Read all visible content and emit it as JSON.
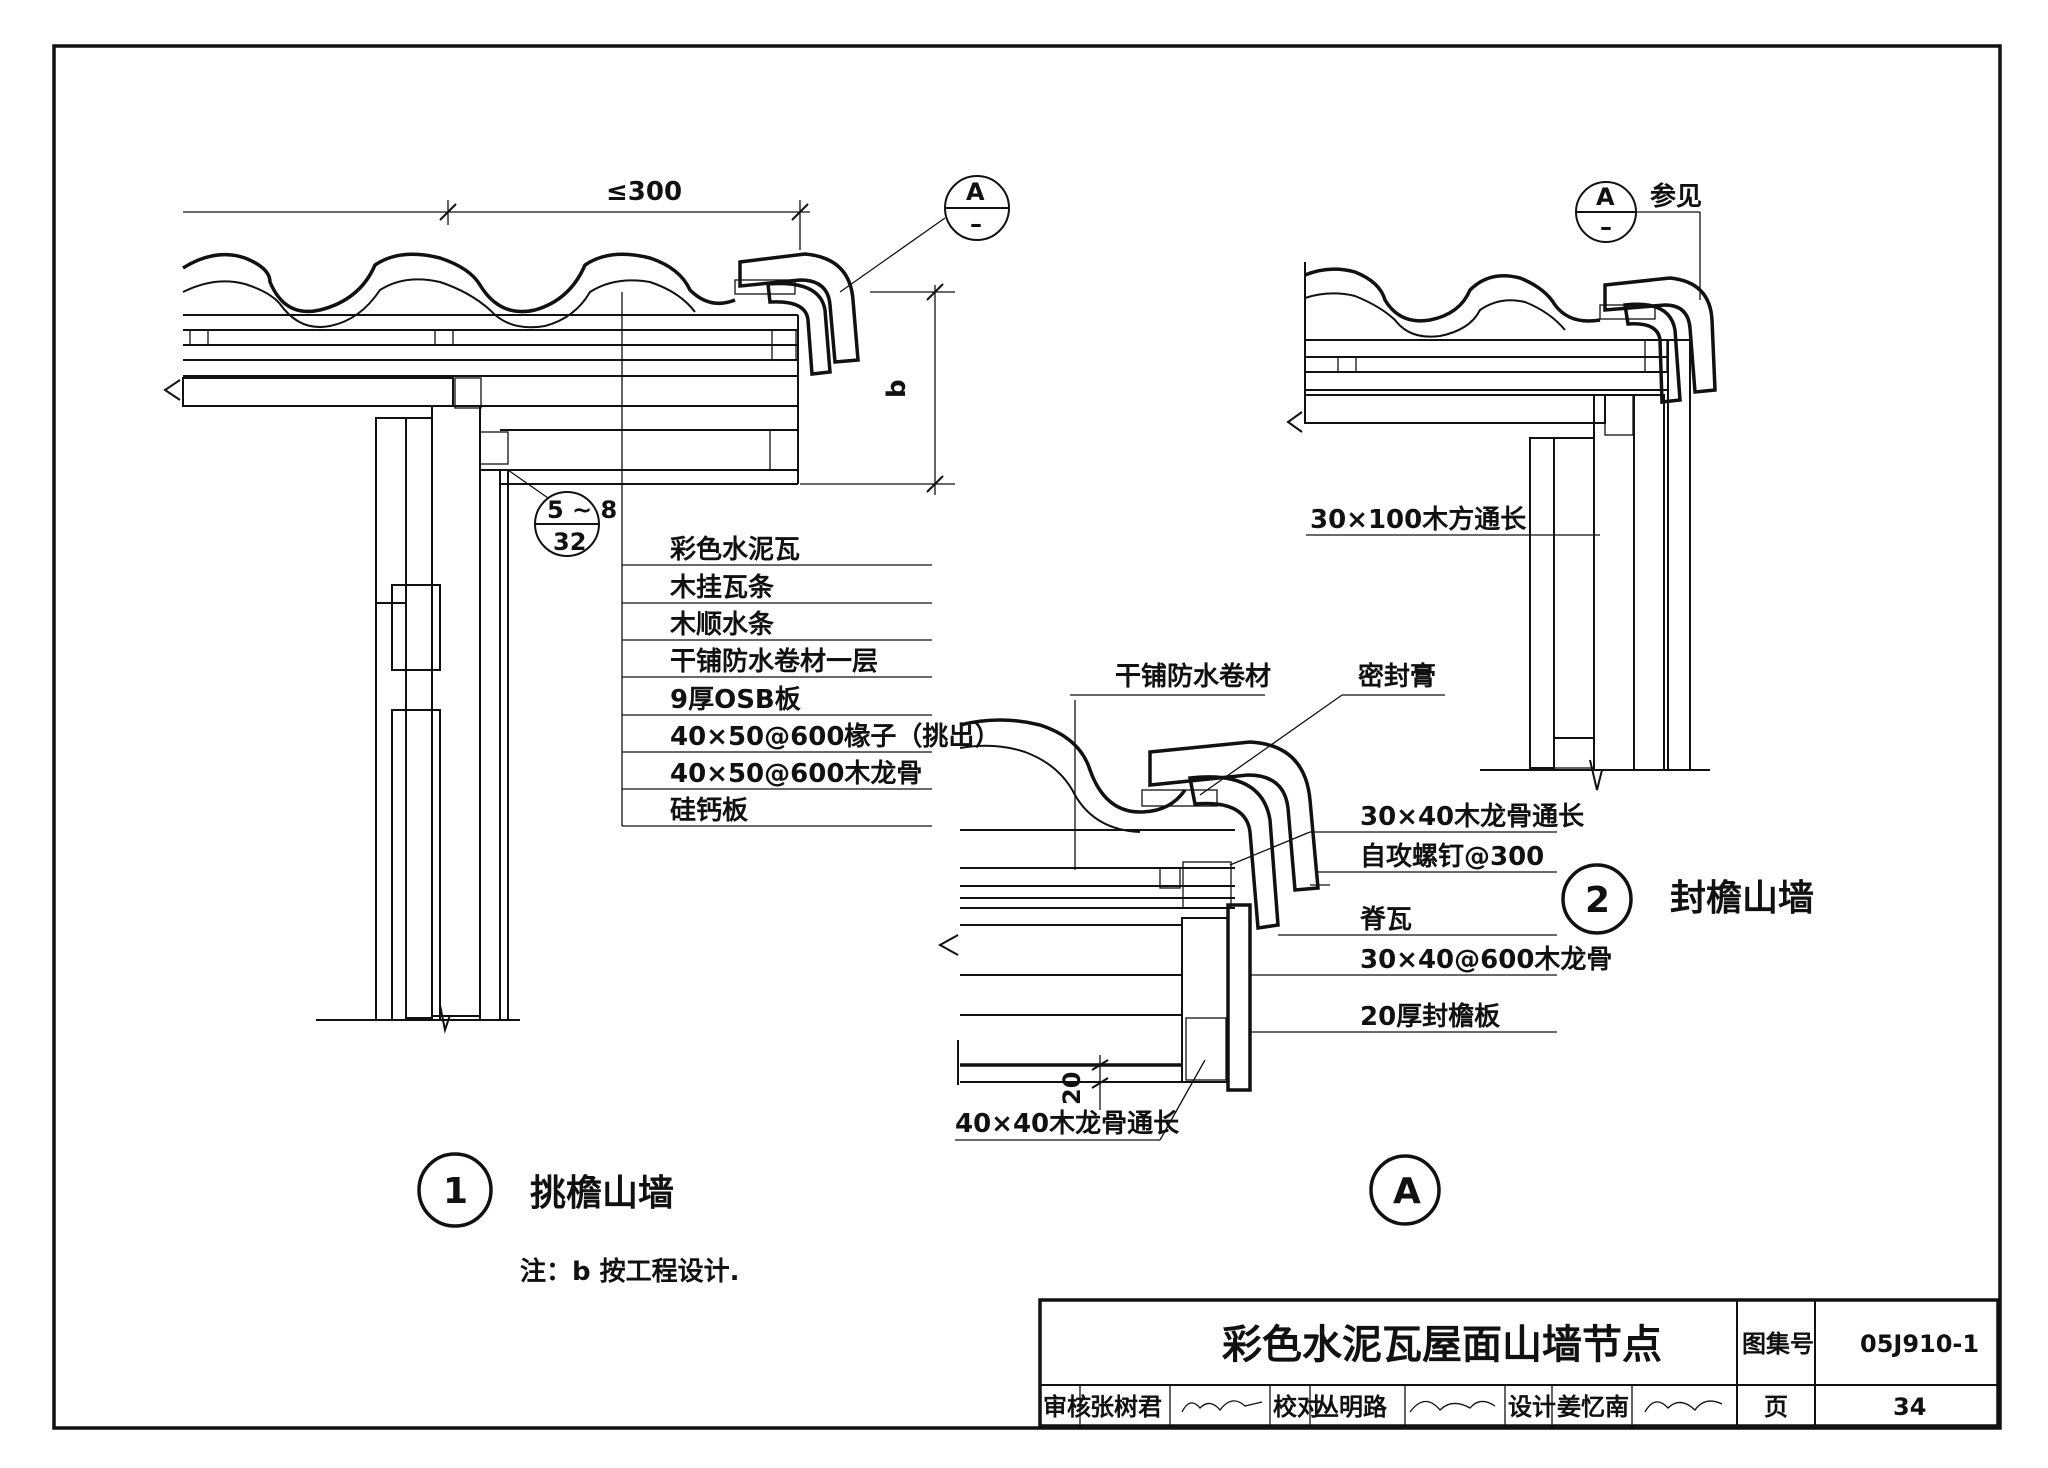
{
  "detail1": {
    "dim_width": "≤300",
    "dim_height": "b",
    "callout_top": "A",
    "callout_bottom": "–",
    "ref_top": "5 ~ 8",
    "ref_bottom": "32",
    "layers": [
      "彩色水泥瓦",
      "木挂瓦条",
      "木顺水条",
      "干铺防水卷材一层",
      "9厚OSB板",
      "40×50@600椽子（挑出）",
      "40×50@600木龙骨",
      "硅钙板"
    ],
    "number": "1",
    "title": "挑檐山墙",
    "note": "注：b 按工程设计."
  },
  "detail2": {
    "callout_top": "A",
    "callout_bottom": "–",
    "see_also": "参见",
    "wood_label": "30×100木方通长",
    "number": "2",
    "title": "封檐山墙"
  },
  "detailA": {
    "labels_top": [
      "干铺防水卷材",
      "密封膏"
    ],
    "labels_right": [
      "30×40木龙骨通长",
      "自攻螺钉@300",
      "脊瓦",
      "30×40@600木龙骨",
      "20厚封檐板"
    ],
    "label_bottom": "40×40木龙骨通长",
    "dim": "20",
    "symbol": "A"
  },
  "title_block": {
    "title": "彩色水泥瓦屋面山墙节点",
    "atlas_label": "图集号",
    "atlas_no": "05J910-1",
    "page_label": "页",
    "page_no": "34",
    "review_label": "审核",
    "reviewer": "张树君",
    "check_label": "校对",
    "checker": "丛明路",
    "design_label": "设计",
    "designer": "姜忆南"
  }
}
